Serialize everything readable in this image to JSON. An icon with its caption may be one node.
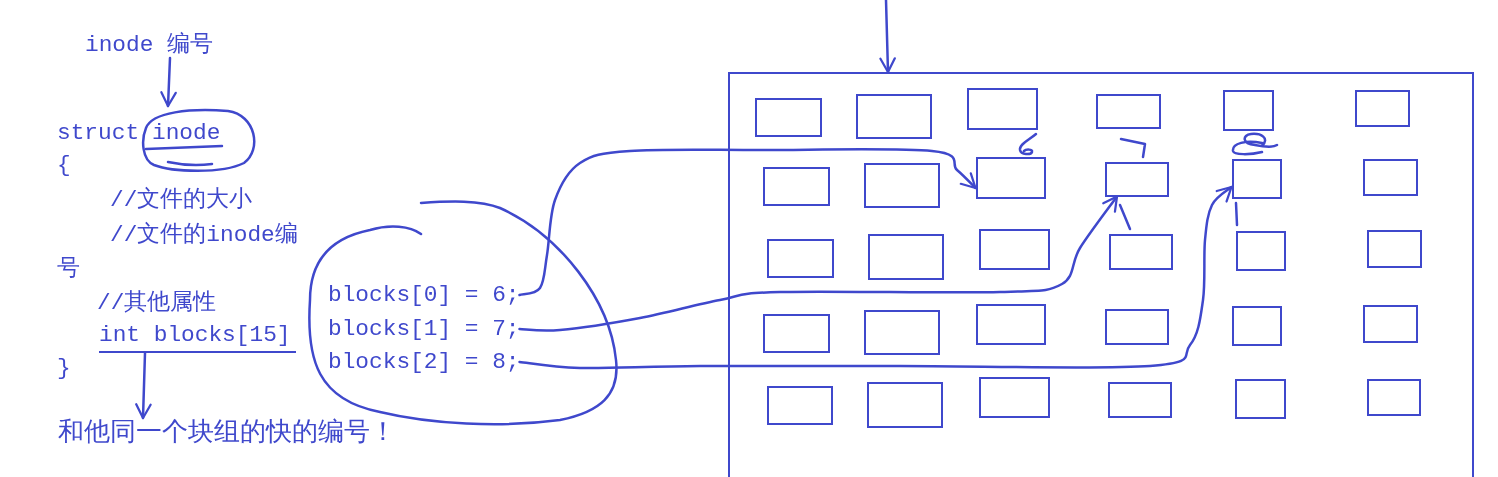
{
  "diagram": {
    "nodes": [
      {
        "text": [
          "inode 编号"
        ]
      },
      {
        "text": [
          "inode"
        ]
      },
      {
        "text": [
          "int blocks[15]"
        ]
      },
      {
        "text": [
          "和他同一个块组的快的编号！"
        ]
      },
      {
        "text": [],
        "shape": "circle"
      },
      {
        "text": [
          "blocks[0] = 6;"
        ],
        "in": 4
      },
      {
        "text": [
          "blocks[1] = 7;"
        ],
        "in": 4
      },
      {
        "text": [
          "blocks[2] = 8;"
        ],
        "in": 4
      },
      {
        "text": [],
        "shape": "box"
      },
      {
        "text": [],
        "shape": "box",
        "in": 8
      },
      {
        "text": [],
        "shape": "box",
        "in": 8
      },
      {
        "text": [],
        "shape": "box",
        "in": 8
      },
      {
        "text": [],
        "shape": "box",
        "in": 8
      },
      {
        "text": [],
        "shape": "box",
        "in": 8
      },
      {
        "text": [],
        "shape": "box",
        "in": 8
      },
      {
        "text": [],
        "shape": "box",
        "in": 8
      },
      {
        "text": [],
        "shape": "box",
        "in": 8
      },
      {
        "text": [],
        "shape": "box",
        "in": 8
      },
      {
        "text": [],
        "shape": "box",
        "in": 8
      },
      {
        "text": [],
        "shape": "box",
        "in": 8
      },
      {
        "text": [],
        "shape": "box",
        "in": 8
      },
      {
        "text": [],
        "shape": "box",
        "in": 8
      },
      {
        "text": [],
        "shape": "box",
        "in": 8
      },
      {
        "text": [],
        "shape": "box",
        "in": 8
      },
      {
        "text": [],
        "shape": "box",
        "in": 8
      },
      {
        "text": [],
        "shape": "box",
        "in": 8
      },
      {
        "text": [],
        "shape": "box",
        "in": 8
      },
      {
        "text": [],
        "shape": "box",
        "in": 8
      },
      {
        "text": [],
        "shape": "box",
        "in": 8
      },
      {
        "text": [],
        "shape": "box",
        "in": 8
      },
      {
        "text": [],
        "shape": "box",
        "in": 8
      },
      {
        "text": [],
        "shape": "box",
        "in": 8
      },
      {
        "text": [],
        "shape": "box",
        "in": 8
      },
      {
        "text": [],
        "shape": "box",
        "in": 8
      },
      {
        "text": [],
        "shape": "box",
        "in": 8
      },
      {
        "text": [],
        "shape": "box",
        "in": 8
      },
      {
        "text": [],
        "shape": "box",
        "in": 8
      },
      {
        "text": [],
        "shape": "box",
        "in": 8
      },
      {
        "text": [],
        "shape": "box",
        "in": 8
      }
    ],
    "edges": [
      {
        "from": 0,
        "to": 1,
        "arrow": "to"
      },
      {
        "from": 2,
        "to": 3,
        "arrow": "to"
      },
      {
        "from": 5,
        "to": 17,
        "arrow": "to"
      },
      {
        "from": 6,
        "to": 18,
        "arrow": "to"
      },
      {
        "from": 7,
        "to": 19,
        "arrow": "to"
      },
      {
        "from": null,
        "to": 8,
        "arrow": "to"
      }
    ],
    "labels": [
      "struct",
      "{",
      "//文件的大小",
      "//文件的inode编号",
      "//其他属性",
      "}"
    ]
  }
}
